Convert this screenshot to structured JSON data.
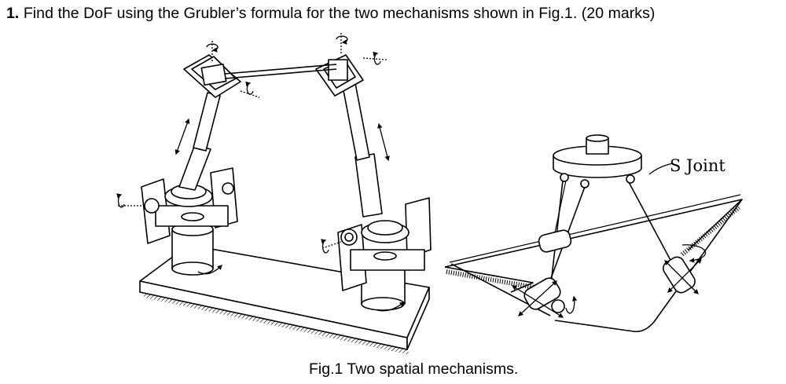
{
  "question": {
    "number": "1.",
    "text": " Find the DoF using the Grubler’s formula for the two mechanisms shown in Fig.1. (20 marks)"
  },
  "figure": {
    "label_s_joint": "S Joint",
    "caption": "Fig.1 Two spatial mechanisms."
  }
}
